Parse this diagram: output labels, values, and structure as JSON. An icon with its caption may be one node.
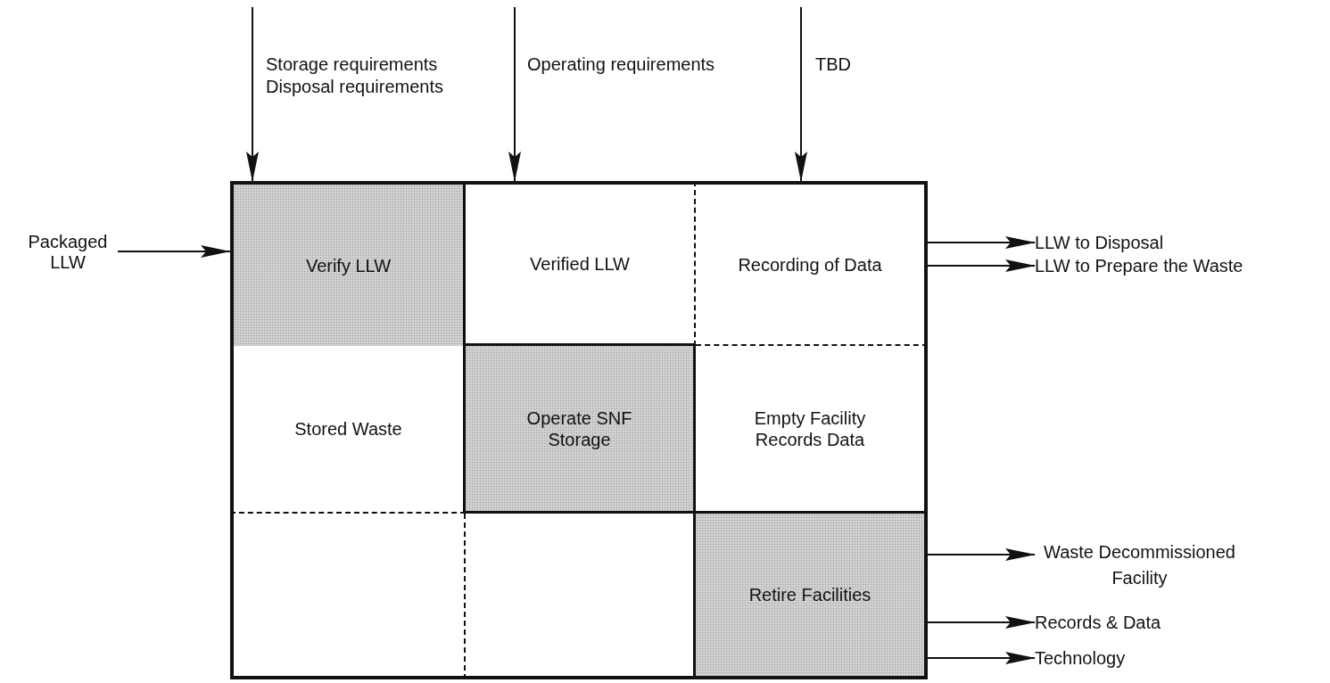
{
  "diagram": {
    "nodes": [
      {
        "text": [
          "Verify LLW"
        ]
      },
      {
        "text": [
          "Verified LLW"
        ]
      },
      {
        "text": [
          "Recording of Data"
        ]
      },
      {
        "text": [
          "Stored Waste"
        ]
      },
      {
        "text": [
          "Operate SNF Storage"
        ]
      },
      {
        "text": [
          "Empty Facility Records Data"
        ]
      },
      {
        "text": [],
        "shape": "box"
      },
      {
        "text": [],
        "shape": "box"
      },
      {
        "text": [
          "Retire Facilities"
        ]
      },
      {
        "text": [
          "Packaged LLW"
        ]
      },
      {
        "text": [
          "LLW to Disposal"
        ]
      },
      {
        "text": [
          "LLW to Prepare the Waste"
        ]
      },
      {
        "text": [
          "Waste Decommissioned Facility"
        ]
      },
      {
        "text": [
          "Records & Data"
        ]
      },
      {
        "text": [
          "Technology"
        ]
      }
    ],
    "edges": [
      {
        "from": null,
        "to": 0,
        "arrow": "to",
        "label": "Storage requirements Disposal requirements"
      },
      {
        "from": null,
        "to": 1,
        "arrow": "to",
        "label": "Operating requirements"
      },
      {
        "from": null,
        "to": 2,
        "arrow": "to",
        "label": "TBD"
      },
      {
        "from": 9,
        "to": 0,
        "arrow": "to"
      },
      {
        "from": 2,
        "to": 10,
        "arrow": "to"
      },
      {
        "from": 2,
        "to": 11,
        "arrow": "to"
      },
      {
        "from": 8,
        "to": 12,
        "arrow": "to"
      },
      {
        "from": 8,
        "to": 13,
        "arrow": "to"
      },
      {
        "from": 8,
        "to": 14,
        "arrow": "to"
      }
    ]
  }
}
